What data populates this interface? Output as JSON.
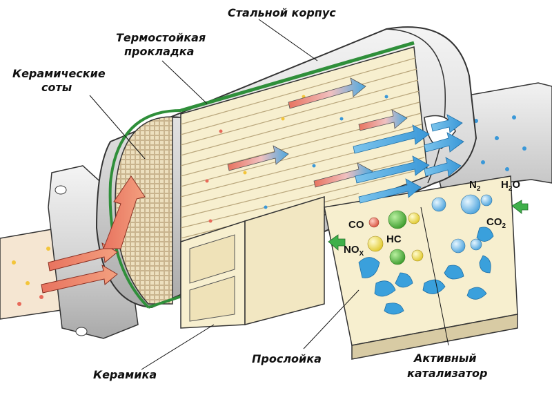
{
  "labels": {
    "steel_body": "Стальной корпус",
    "gasket_line1": "Термостойкая",
    "gasket_line2": "прокладка",
    "honeycomb_line1": "Керамические",
    "honeycomb_line2": "соты",
    "ceramic": "Керамика",
    "interlayer": "Прослойка",
    "catalyst_line1": "Активный",
    "catalyst_line2": "катализатор"
  },
  "chemistry": {
    "co": "CO",
    "hc": "HC",
    "nox_main": "NO",
    "nox_sub": "X",
    "n2_main": "N",
    "n2_sub": "2",
    "h2o_h": "H",
    "h2o_sub": "2",
    "h2o_o": "O",
    "co2_main": "CO",
    "co2_sub": "2"
  },
  "colors": {
    "steel": "#d9d9d9",
    "gasket": "#2f8f3a",
    "ceramic": "#f7efcf",
    "hot_flow": "#e8735f",
    "clean_flow": "#4aa8e0",
    "catalyst": "#3aa0dc",
    "molecule_green": "#4caf3a",
    "molecule_yellow": "#f2e24a",
    "molecule_red": "#e86a5a",
    "molecule_blue": "#7cc4ec"
  }
}
